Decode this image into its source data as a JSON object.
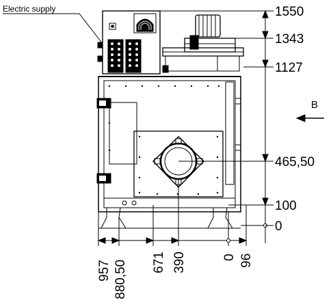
{
  "callout": {
    "text": "Electric supply"
  },
  "view_marker": {
    "text": "B"
  },
  "height_dims": [
    "1550",
    "1343",
    "1127",
    "465,50",
    "100",
    "0"
  ],
  "width_dims": [
    "957",
    "880,50",
    "671",
    "390",
    "0",
    "96"
  ]
}
